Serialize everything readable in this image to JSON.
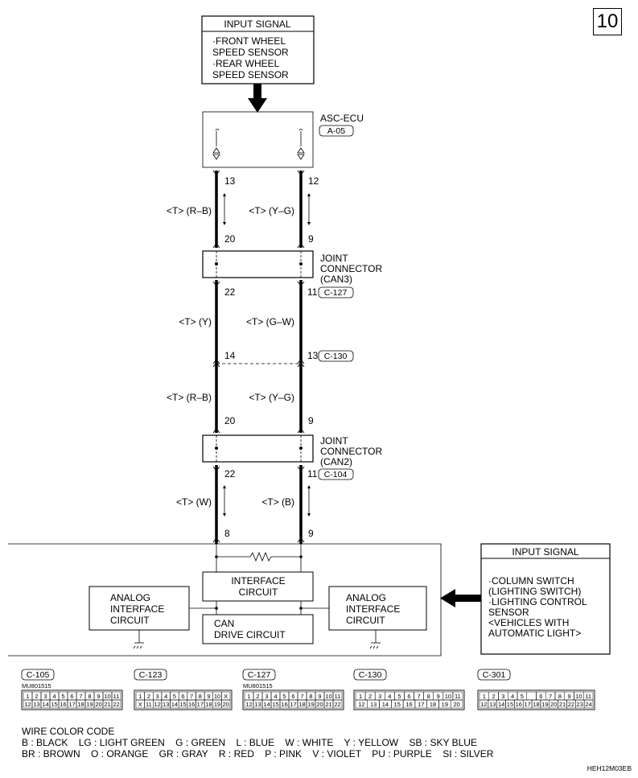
{
  "page_number": "10",
  "top_input": {
    "title": "INPUT SIGNAL",
    "lines": [
      "·FRONT WHEEL",
      " SPEED SENSOR",
      "·REAR WHEEL",
      " SPEED SENSOR"
    ]
  },
  "ecu": {
    "name": "ASC-ECU",
    "connector": "A-05"
  },
  "wires": {
    "seg1": {
      "left_pin_top": "13",
      "right_pin_top": "12",
      "left_code": "<T> (R–B)",
      "right_code": "<T> (Y–G)",
      "left_pin_bottom": "20",
      "right_pin_bottom": "9"
    },
    "seg2": {
      "left_pin_top": "22",
      "right_pin_top": "11",
      "left_code": "<T> (Y)",
      "right_code": "<T> (G–W)",
      "left_pin_bottom": "14",
      "right_pin_bottom": "13"
    },
    "seg3": {
      "left_code": "<T> (R–B)",
      "right_code": "<T> (Y–G)",
      "left_pin_bottom": "20",
      "right_pin_bottom": "9"
    },
    "seg4": {
      "left_pin_top": "22",
      "right_pin_top": "11",
      "left_code": "<T> (W)",
      "right_code": "<T> (B)",
      "left_pin_bottom": "8",
      "right_pin_bottom": "9"
    }
  },
  "joint_can3": {
    "lines": [
      "JOINT",
      "CONNECTOR",
      "(CAN3)"
    ],
    "connector": "C-127"
  },
  "junction_c130": {
    "connector": "C-130"
  },
  "joint_can2": {
    "lines": [
      "JOINT",
      "CONNECTOR",
      "(CAN2)"
    ],
    "connector": "C-104"
  },
  "module": {
    "interface_circuit": [
      "INTERFACE",
      "CIRCUIT"
    ],
    "can_drive_circuit": [
      "CAN",
      "DRIVE CIRCUIT"
    ],
    "analog_left": [
      "ANALOG",
      "INTERFACE",
      "CIRCUIT"
    ],
    "analog_right": [
      "ANALOG",
      "INTERFACE",
      "CIRCUIT"
    ]
  },
  "side_input": {
    "title": "INPUT SIGNAL",
    "lines": [
      "·COLUMN SWITCH",
      " (LIGHTING SWITCH)",
      "·LIGHTING CONTROL",
      " SENSOR",
      " <VEHICLES WITH",
      " AUTOMATIC LIGHT>"
    ]
  },
  "connectors": [
    {
      "id": "C-105",
      "part": "MU801515",
      "rows": [
        [
          "1",
          "2",
          "3",
          "4",
          "5",
          "6",
          "7",
          "8",
          "9",
          "10",
          "11"
        ],
        [
          "12",
          "13",
          "14",
          "15",
          "16",
          "17",
          "18",
          "19",
          "20",
          "21",
          "22"
        ]
      ]
    },
    {
      "id": "C-123",
      "part": "",
      "rows": [
        [
          "1",
          "2",
          "3",
          "4",
          "5",
          "6",
          "7",
          "8",
          "9",
          "10",
          "X"
        ],
        [
          "X",
          "11",
          "12",
          "13",
          "14",
          "15",
          "16",
          "17",
          "18",
          "19",
          "20"
        ]
      ]
    },
    {
      "id": "C-127",
      "part": "MU801515",
      "rows": [
        [
          "1",
          "2",
          "3",
          "4",
          "5",
          "6",
          "7",
          "8",
          "9",
          "10",
          "11"
        ],
        [
          "12",
          "13",
          "14",
          "15",
          "16",
          "17",
          "18",
          "19",
          "20",
          "21",
          "22"
        ]
      ]
    },
    {
      "id": "C-130",
      "part": "",
      "rows": [
        [
          "1",
          "2",
          "3",
          "4",
          "5",
          "6",
          "7",
          "8",
          "9",
          "10",
          "11"
        ],
        [
          "12",
          "13",
          "14",
          "15",
          "16",
          "17",
          "18",
          "19",
          "20"
        ]
      ]
    },
    {
      "id": "C-301",
      "part": "",
      "rows": [
        [
          "1",
          "2",
          "3",
          "4",
          "5",
          "",
          "6",
          "7",
          "8",
          "9",
          "10",
          "11"
        ],
        [
          "12",
          "13",
          "14",
          "15",
          "16",
          "17",
          "18",
          "19",
          "20",
          "21",
          "22",
          "23",
          "24"
        ]
      ]
    }
  ],
  "wire_color_code": {
    "title": "WIRE COLOR CODE",
    "line1": "B : BLACK    LG : LIGHT GREEN    G : GREEN    L : BLUE    W : WHITE    Y : YELLOW    SB : SKY BLUE",
    "line2": "BR : BROWN    O : ORANGE    GR : GRAY    R : RED    P : PINK    V : VIOLET    PU : PURPLE    SI : SILVER"
  },
  "doc_code": "HEH12M03EB"
}
